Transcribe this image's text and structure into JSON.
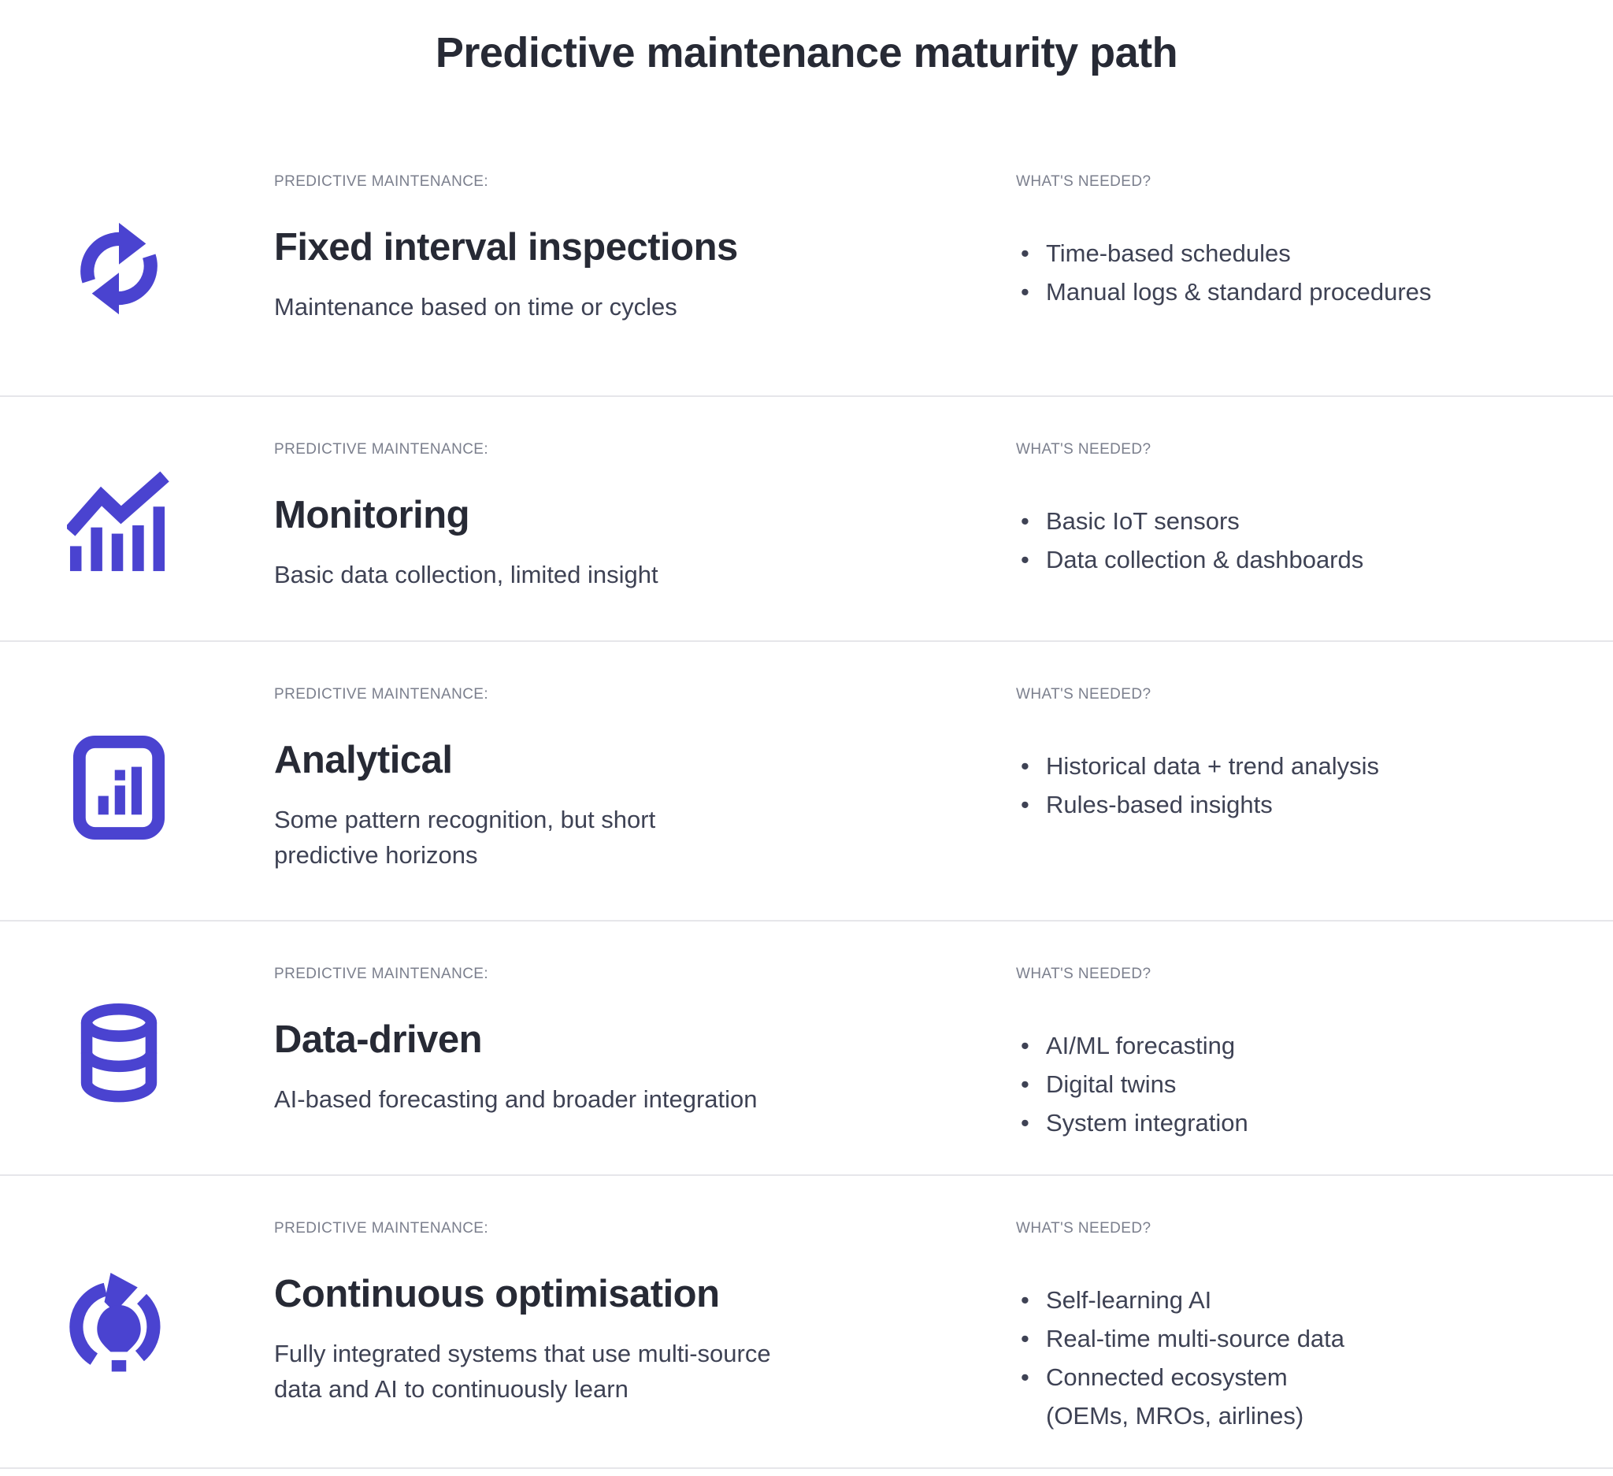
{
  "page": {
    "title": "Predictive maintenance maturity path"
  },
  "labels": {
    "left_eyebrow": "PREDICTIVE MAINTENANCE:",
    "right_eyebrow": "WHAT'S NEEDED?"
  },
  "colors": {
    "accent": "#4a43d0",
    "heading": "#272a35",
    "body_text": "#3e4254",
    "eyebrow": "#7b7f8d",
    "divider": "#e6e6ea",
    "background": "#ffffff"
  },
  "stages": [
    {
      "icon": "cycle-arrows-icon",
      "title": "Fixed interval inspections",
      "description": "Maintenance based on time or cycles",
      "needs": [
        "Time-based schedules",
        "Manual logs & standard procedures"
      ]
    },
    {
      "icon": "trend-chart-icon",
      "title": "Monitoring",
      "description": "Basic data collection, limited insight",
      "needs": [
        "Basic IoT sensors",
        "Data collection & dashboards"
      ]
    },
    {
      "icon": "bar-chart-panel-icon",
      "title": "Analytical",
      "description": "Some pattern recognition, but short\npredictive horizons",
      "needs": [
        "Historical data + trend analysis",
        "Rules-based insights"
      ]
    },
    {
      "icon": "database-icon",
      "title": "Data-driven",
      "description": "AI-based forecasting and broader integration",
      "needs": [
        "AI/ML forecasting",
        "Digital twins",
        "System integration"
      ]
    },
    {
      "icon": "lightbulb-cycle-icon",
      "title": "Continuous optimisation",
      "description": "Fully integrated systems that use multi-source\ndata and AI to continuously learn",
      "needs": [
        "Self-learning AI",
        "Real-time multi-source data",
        "Connected ecosystem\n(OEMs, MROs, airlines)"
      ]
    }
  ]
}
